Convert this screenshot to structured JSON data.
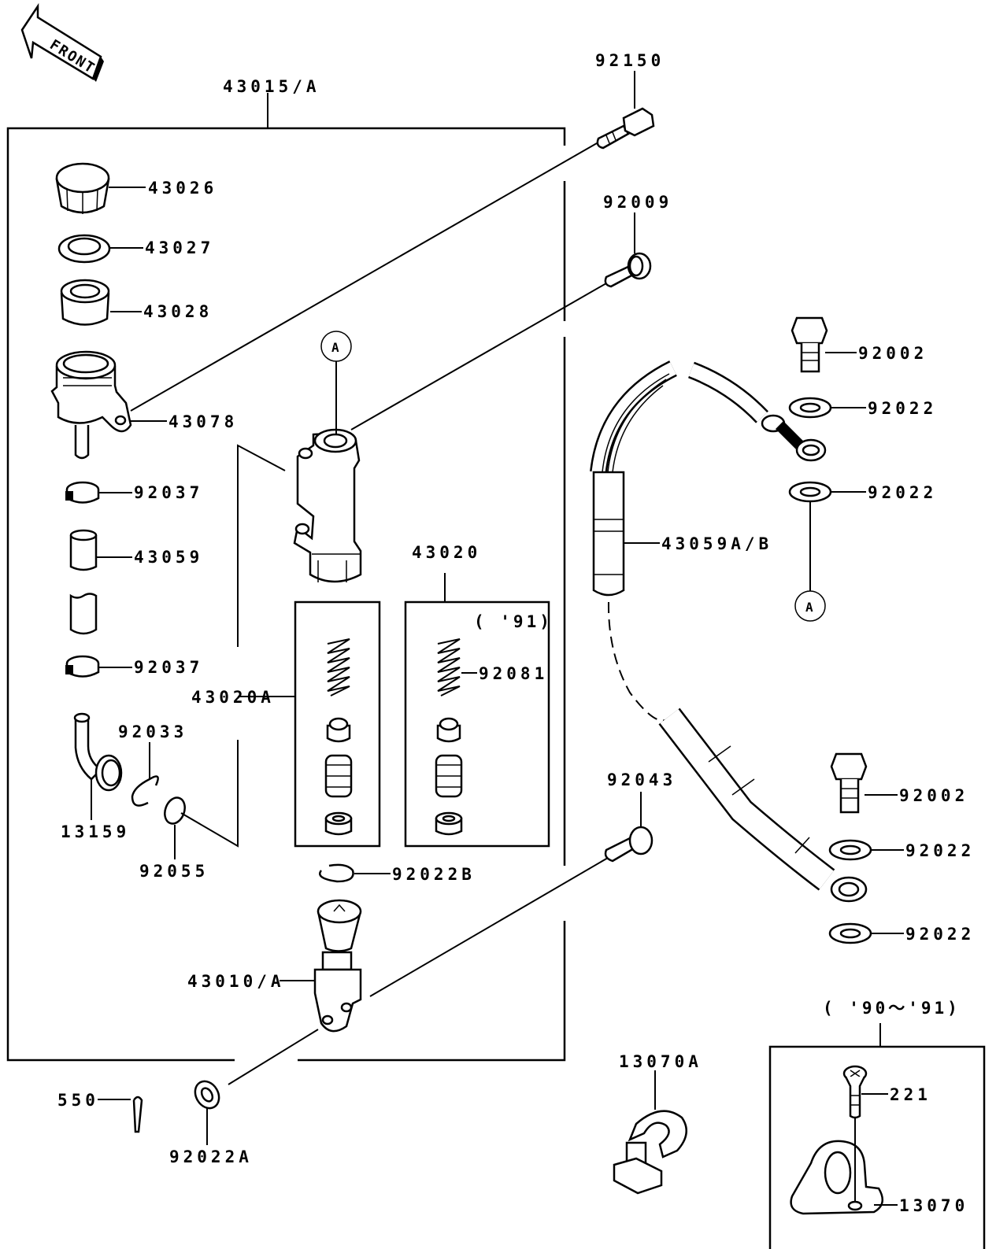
{
  "front_arrow": {
    "text": "FRONT"
  },
  "callouts": {
    "c43015A": "43015/A",
    "c92150": "92150",
    "c92009": "92009",
    "c43026": "43026",
    "c43027": "43027",
    "c43028": "43028",
    "c43078": "43078",
    "c92037a": "92037",
    "c43059": "43059",
    "c92037b": "92037",
    "c92033": "92033",
    "c13159": "13159",
    "c92055": "92055",
    "c43020A": "43020A",
    "c43020": "43020",
    "c91": "( '91)",
    "c92081": "92081",
    "c92022B": "92022B",
    "c43010A": "43010/A",
    "c550": "550",
    "c92022A": "92022A",
    "c92002a": "92002",
    "c92022a": "92022",
    "c92022b": "92022",
    "c43059AB": "43059A/B",
    "c92043": "92043",
    "c92002b": "92002",
    "c92022c": "92022",
    "c92022d": "92022",
    "c9091": "( '90～'91)",
    "c13070A": "13070A",
    "c221": "221",
    "c13070": "13070",
    "refA1": "A",
    "refA2": "A"
  }
}
